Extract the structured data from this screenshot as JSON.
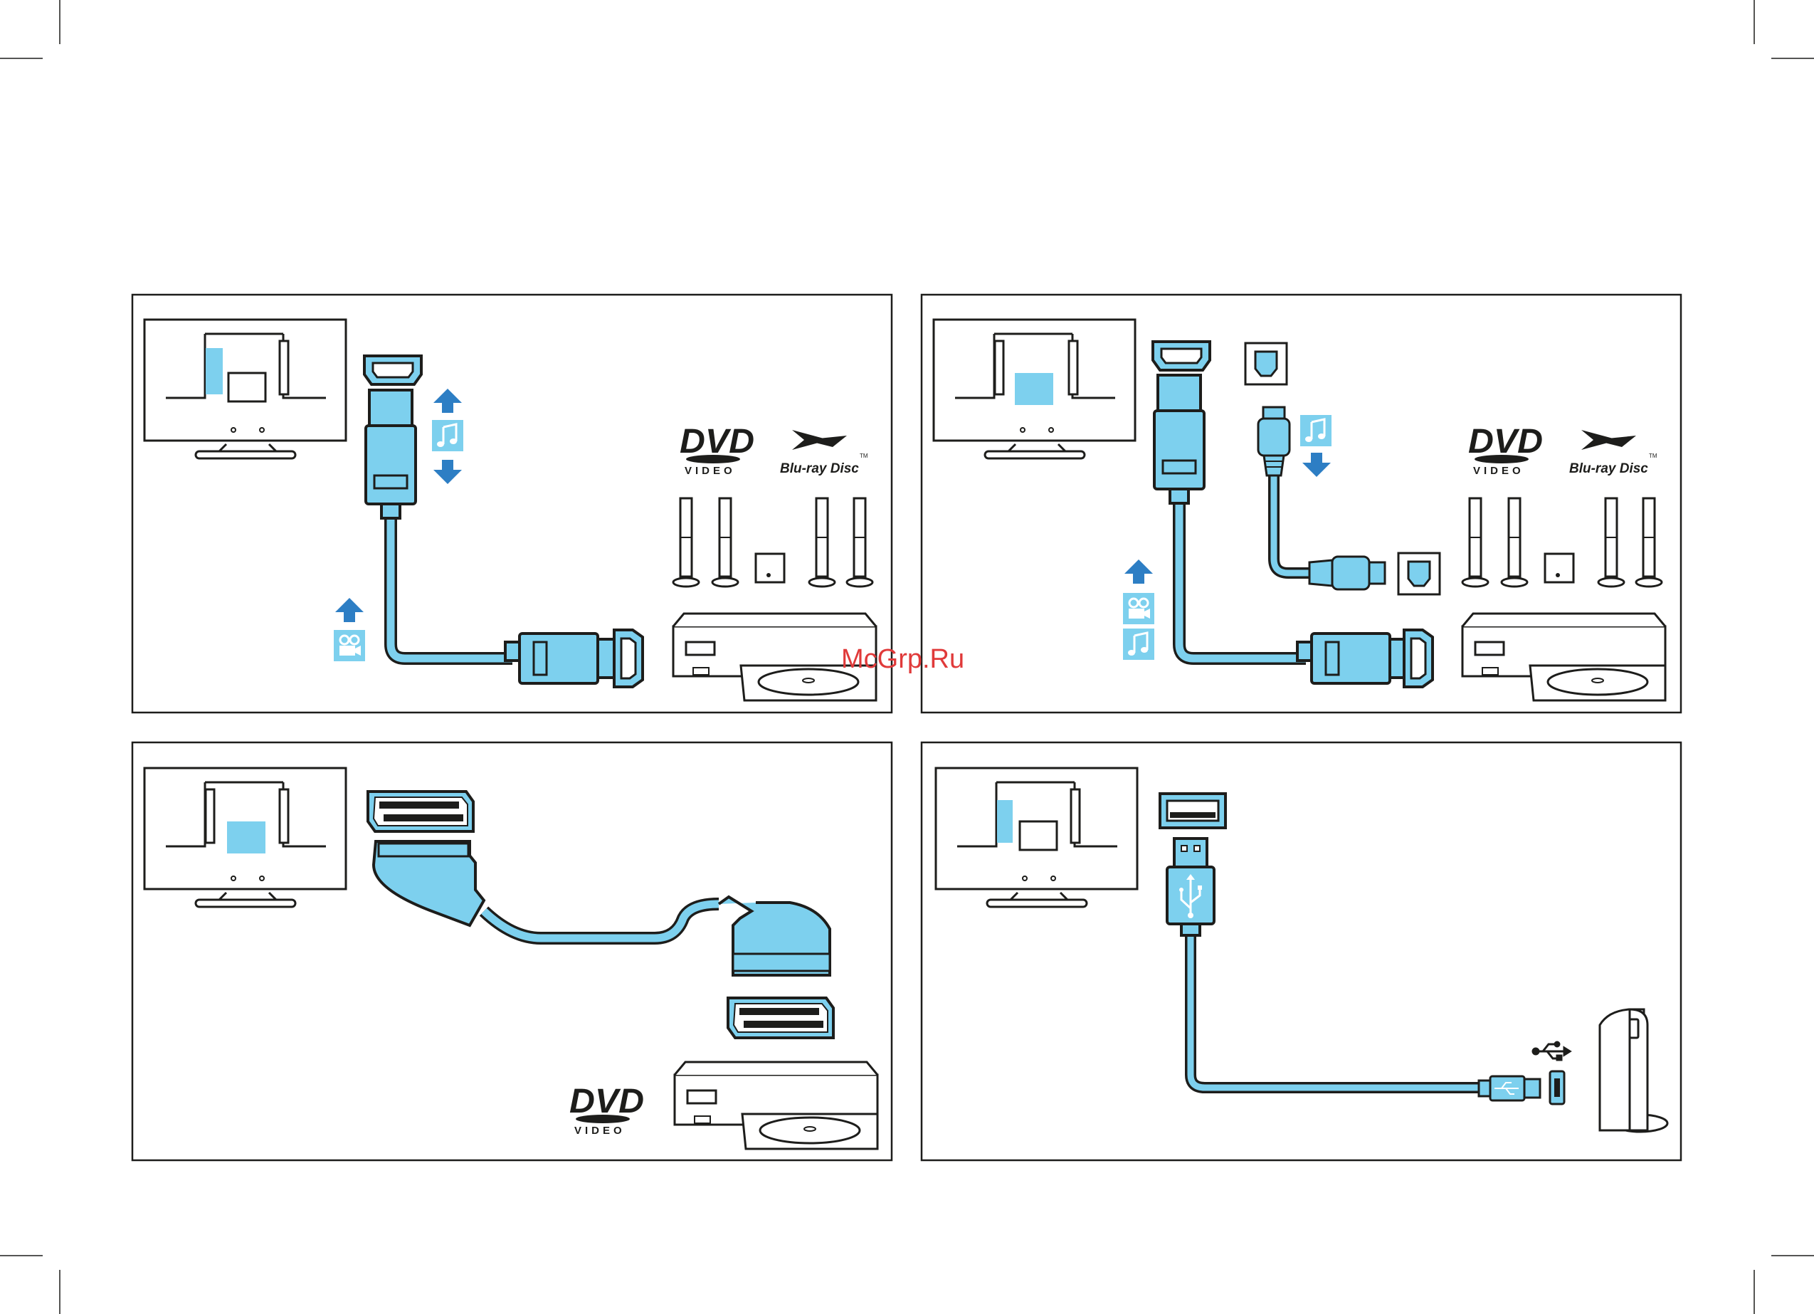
{
  "watermark": "McGrp.Ru",
  "logos": {
    "dvd": "DVD",
    "dvd_sub": "VIDEO",
    "bluray": "Blu-ray Disc",
    "tm": "TM"
  },
  "colors": {
    "cable": "#7dd0ee",
    "arrow": "#2d7ec4",
    "outline": "#1d1d1b",
    "watermark": "#e03a3a"
  },
  "panels": [
    {
      "id": "hdmi-arc",
      "content": [
        "hdmi-cable",
        "audio-up-down",
        "video-up",
        "dvd-logo",
        "bluray-logo",
        "home-theater"
      ]
    },
    {
      "id": "hdmi-optical",
      "content": [
        "hdmi-cable",
        "optical-cable",
        "audio-down",
        "video-up",
        "audio-up",
        "dvd-logo",
        "bluray-logo",
        "home-theater"
      ]
    },
    {
      "id": "scart",
      "content": [
        "scart-cable",
        "dvd-logo",
        "dvd-player"
      ]
    },
    {
      "id": "usb",
      "content": [
        "usb-cable",
        "usb-symbol",
        "hard-drive"
      ]
    }
  ]
}
